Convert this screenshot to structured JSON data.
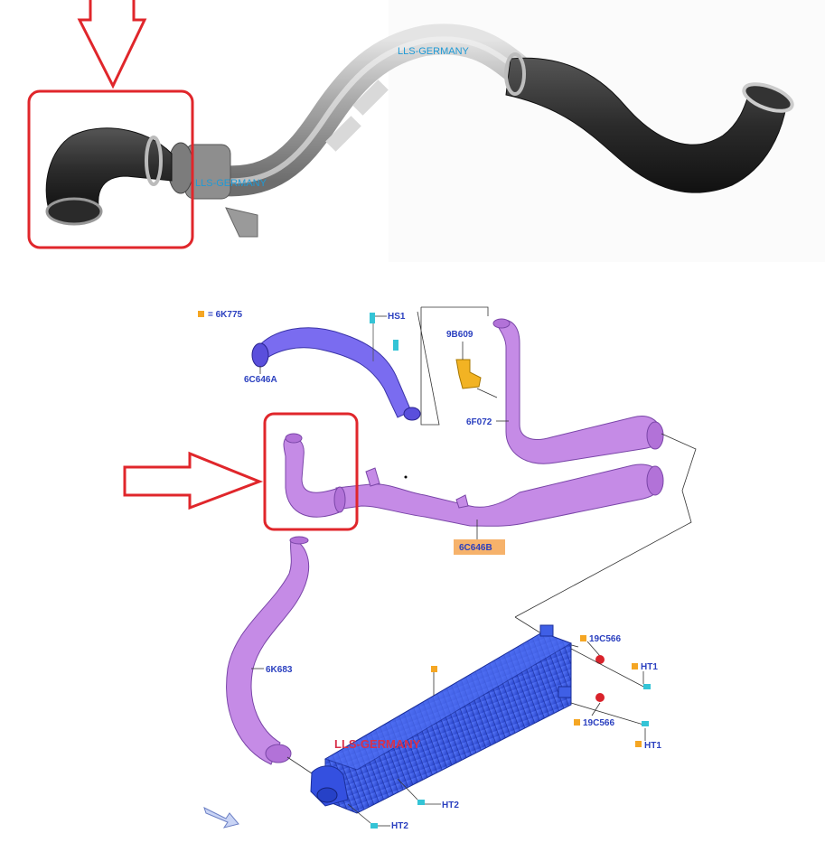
{
  "photo": {
    "watermark_top": "LLS-GERMANY",
    "watermark_mid": "LLS-GERMANY"
  },
  "diagram": {
    "legend_symbol": "■",
    "legend_text": "= 6K775",
    "labels": {
      "hs1": "HS1",
      "p9b609": "9B609",
      "p6c646a": "6C646A",
      "p6f072": "6F072",
      "p6c646b": "6C646B",
      "p6k683": "6K683",
      "p19c566_a": "19C566",
      "p19c566_b": "19C566",
      "ht1_a": "HT1",
      "ht1_b": "HT1",
      "ht2_a": "HT2",
      "ht2_b": "HT2"
    },
    "watermark": "LLS-GERMANY"
  },
  "colors": {
    "highlight_red": "#e0262b",
    "pipe_purple": "#c58be6",
    "intercooler_blue": "#3a5ee8",
    "label_blue": "#2a3fbf",
    "legend_orange": "#f5a623",
    "highlight_label_bg": "#f6b26b"
  }
}
